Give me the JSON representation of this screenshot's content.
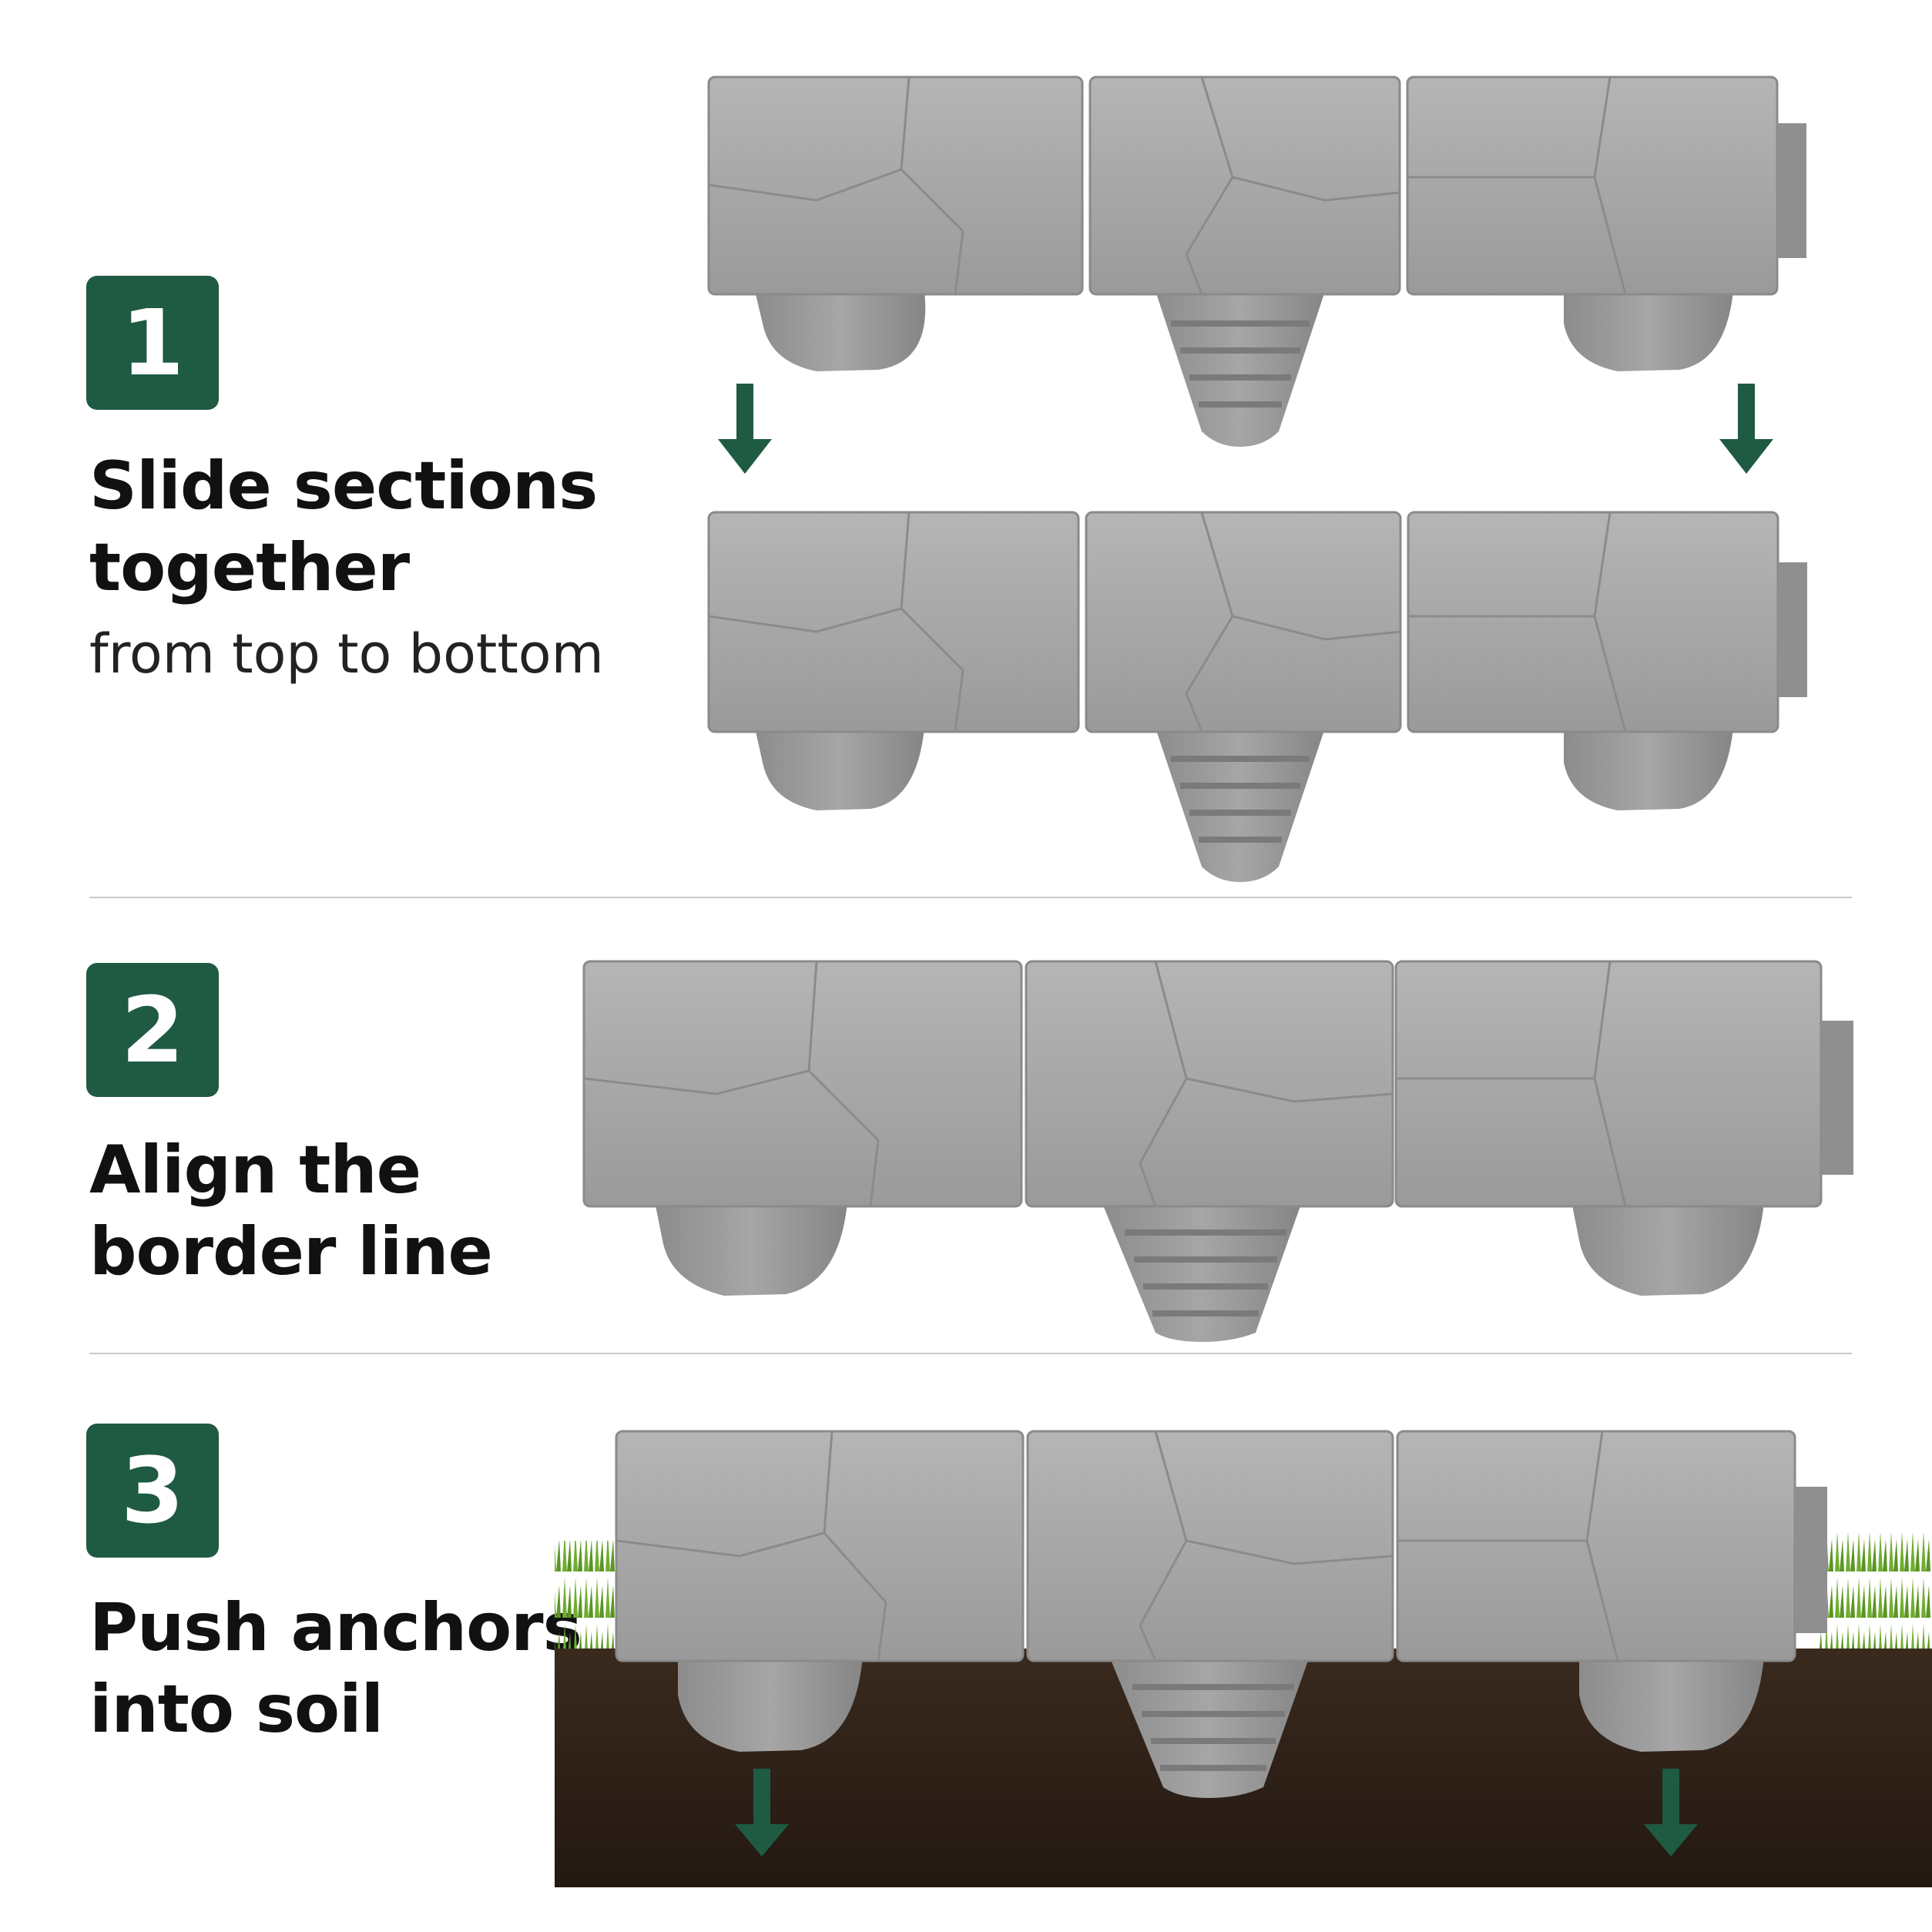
{
  "steps": [
    {
      "number": "1",
      "title_lines": [
        "Slide sections",
        "together"
      ],
      "subtitle": "from top to bottom"
    },
    {
      "number": "2",
      "title_lines": [
        "Align the",
        "border line"
      ]
    },
    {
      "number": "3",
      "title_lines": [
        "Push anchors",
        "into soil"
      ]
    }
  ],
  "colors": {
    "badge": "#1f5a43",
    "arrow": "#1f5a43",
    "stone": "#a9a9a9",
    "soil": "#2a1d14",
    "grass": "#6fae2f"
  }
}
